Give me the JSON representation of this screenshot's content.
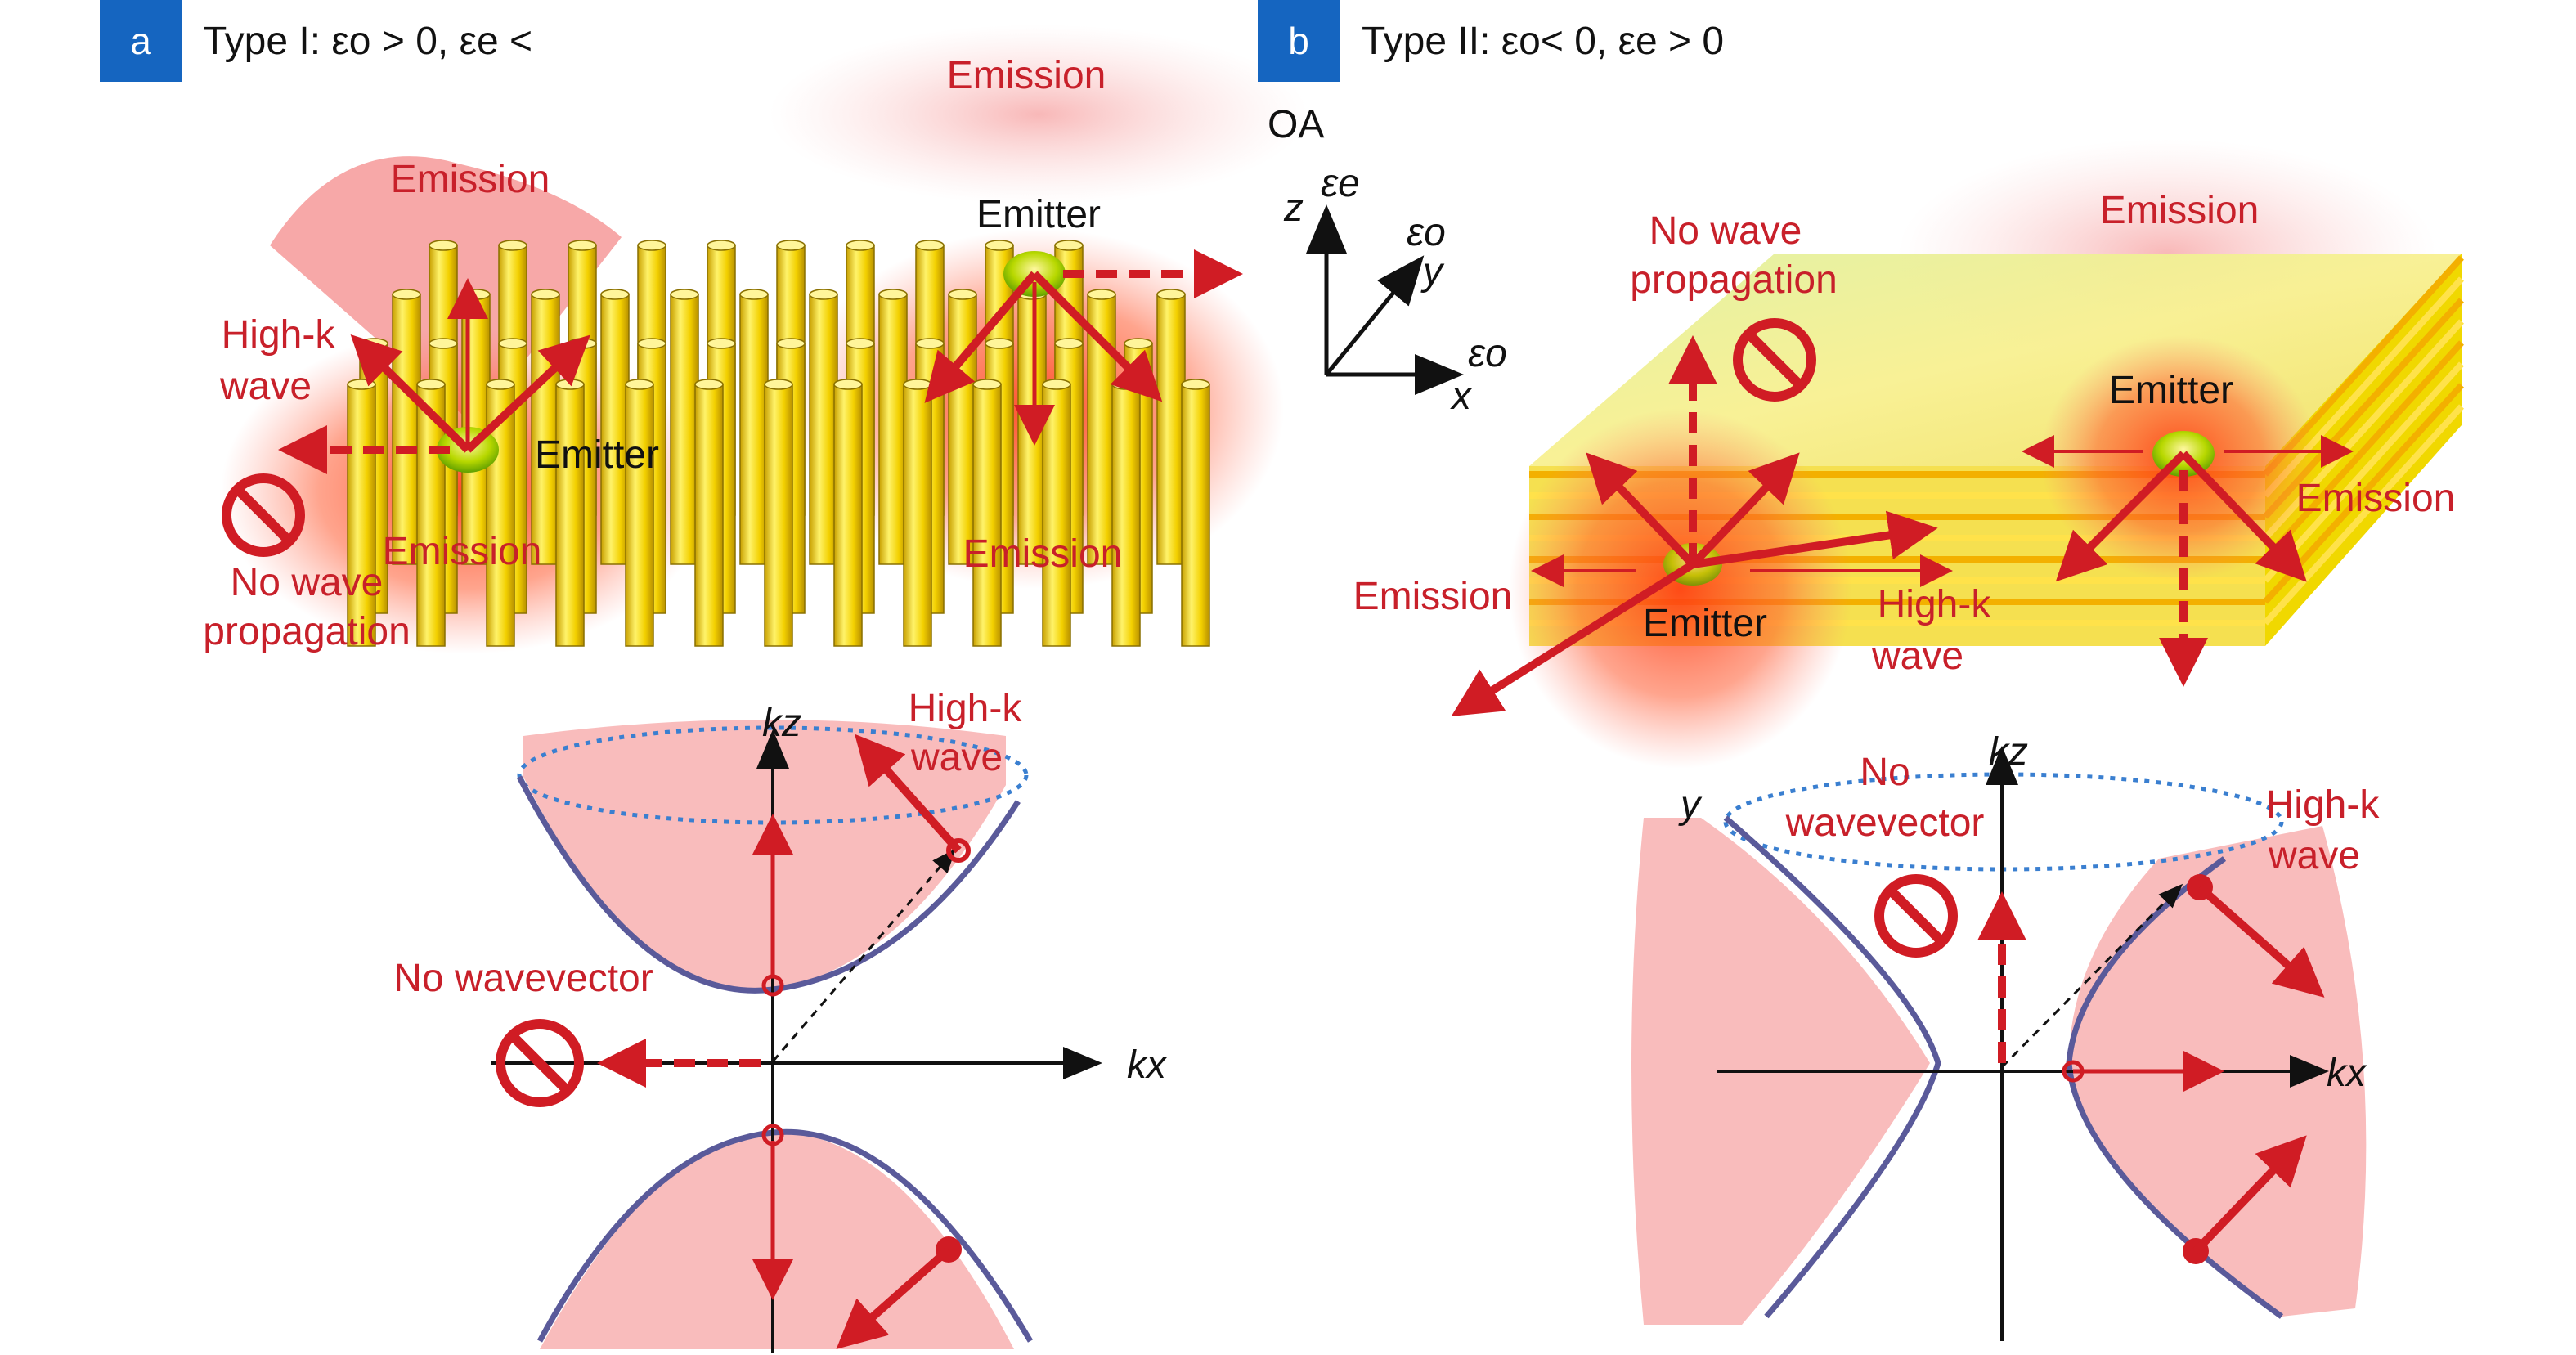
{
  "panel_a": {
    "badge": "a",
    "title": "Type I: εo > 0, εe <",
    "labels": {
      "emission_top": "Emission",
      "emitter_right": "Emitter",
      "emission_left": "Emission",
      "high_k": "High-k",
      "wave": "wave",
      "emitter_center": "Emitter",
      "emission_inner_left": "Emission",
      "emission_inner_right": "Emission",
      "no_wave": "No wave",
      "propagation": "propagation"
    },
    "graph": {
      "kz": "kz",
      "kx": "kx",
      "high_k": "High-k",
      "wave": "wave",
      "no_wavevector": "No wavevector"
    }
  },
  "panel_b": {
    "badge": "b",
    "title": "Type II: εo< 0, εe > 0",
    "axes": {
      "oa": "OA",
      "z": "z",
      "eps_e": "εe",
      "eps_o_y": "εo",
      "y": "y",
      "eps_o_x": "εo",
      "x": "x"
    },
    "labels": {
      "no_wave": "No wave",
      "propagation": "propagation",
      "emission_top": "Emission",
      "emitter_right": "Emitter",
      "emission_right": "Emission",
      "emission_left": "Emission",
      "emitter_center": "Emitter",
      "high_k": "High-k",
      "wave": "wave"
    },
    "graph": {
      "y": "y",
      "kz": "kz",
      "kx": "kx",
      "no": "No",
      "wavevector": "wavevector",
      "high_k": "High-k",
      "wave": "wave"
    }
  },
  "colors": {
    "badge": "#1565c0",
    "accent_red": "#c8202a",
    "rod_yellow": "#f5d400",
    "curve": "#5a5a9a",
    "dotted": "#3a7fd0"
  }
}
